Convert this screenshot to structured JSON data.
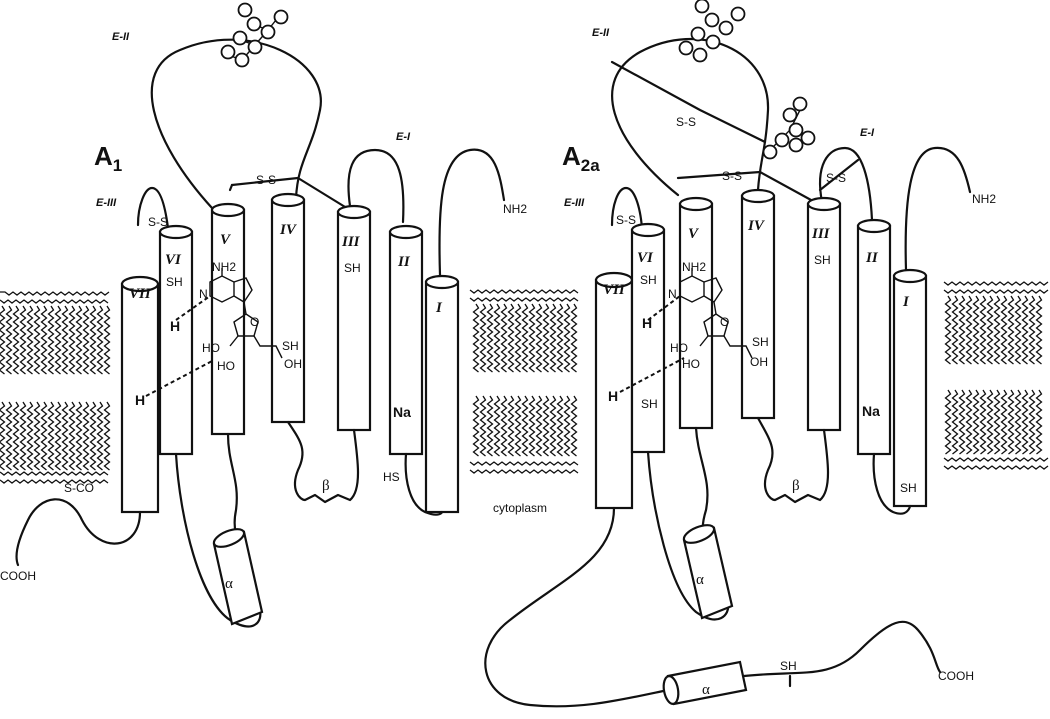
{
  "panels": [
    {
      "id": "a1",
      "title_main": "A",
      "title_sub": "1",
      "helices": [
        "I",
        "II",
        "III",
        "IV",
        "V",
        "VI",
        "VII"
      ],
      "loops": {
        "e1": "E-I",
        "e2": "E-II",
        "e3": "E-III"
      },
      "labels": {
        "nh2": "NH2",
        "cooh": "COOH",
        "ss_main": "S-S",
        "ss_e3": "S-S",
        "sh_vi": "SH",
        "sh_iii": "SH",
        "sh_iv": "SH",
        "h1": "H",
        "h2": "H",
        "na": "Na",
        "hs": "HS",
        "sco": "S-CO",
        "alpha": "α",
        "beta": "β",
        "cytoplasm": "cytoplasm"
      }
    },
    {
      "id": "a2a",
      "title_main": "A",
      "title_sub": "2a",
      "helices": [
        "I",
        "II",
        "III",
        "IV",
        "V",
        "VI",
        "VII"
      ],
      "loops": {
        "e1": "E-I",
        "e2": "E-II",
        "e3": "E-III"
      },
      "labels": {
        "nh2": "NH2",
        "cooh": "COOH",
        "ss_main": "S-S",
        "ss_e2": "S-S",
        "ss_e1": "S-S",
        "ss_e3": "S-S",
        "sh_vi": "SH",
        "sh_vi2": "SH",
        "sh_iii": "SH",
        "sh_iv": "SH",
        "sh_i": "SH",
        "sh_tail": "SH",
        "h1": "H",
        "h2": "H",
        "na": "Na",
        "alpha1": "α",
        "alpha2": "α",
        "beta": "β"
      }
    }
  ],
  "ligand": {
    "nh2": "NH2",
    "ho1": "HO",
    "ho2": "HO",
    "oh": "OH",
    "n": "N",
    "o": "O"
  }
}
